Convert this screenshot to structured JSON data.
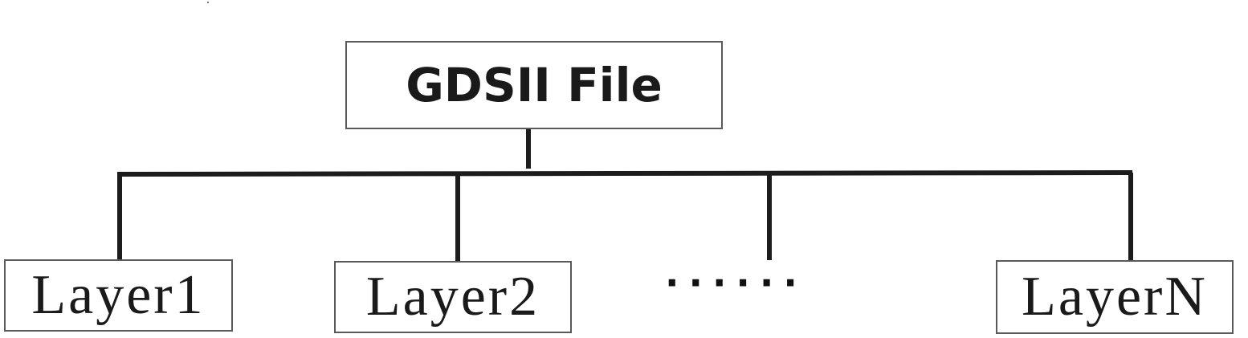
{
  "diagram": {
    "root": {
      "label": "GDSII File"
    },
    "children": [
      {
        "label": "Layer1"
      },
      {
        "label": "Layer2"
      },
      {
        "label": "LayerN"
      }
    ],
    "ellipsis": "······"
  }
}
